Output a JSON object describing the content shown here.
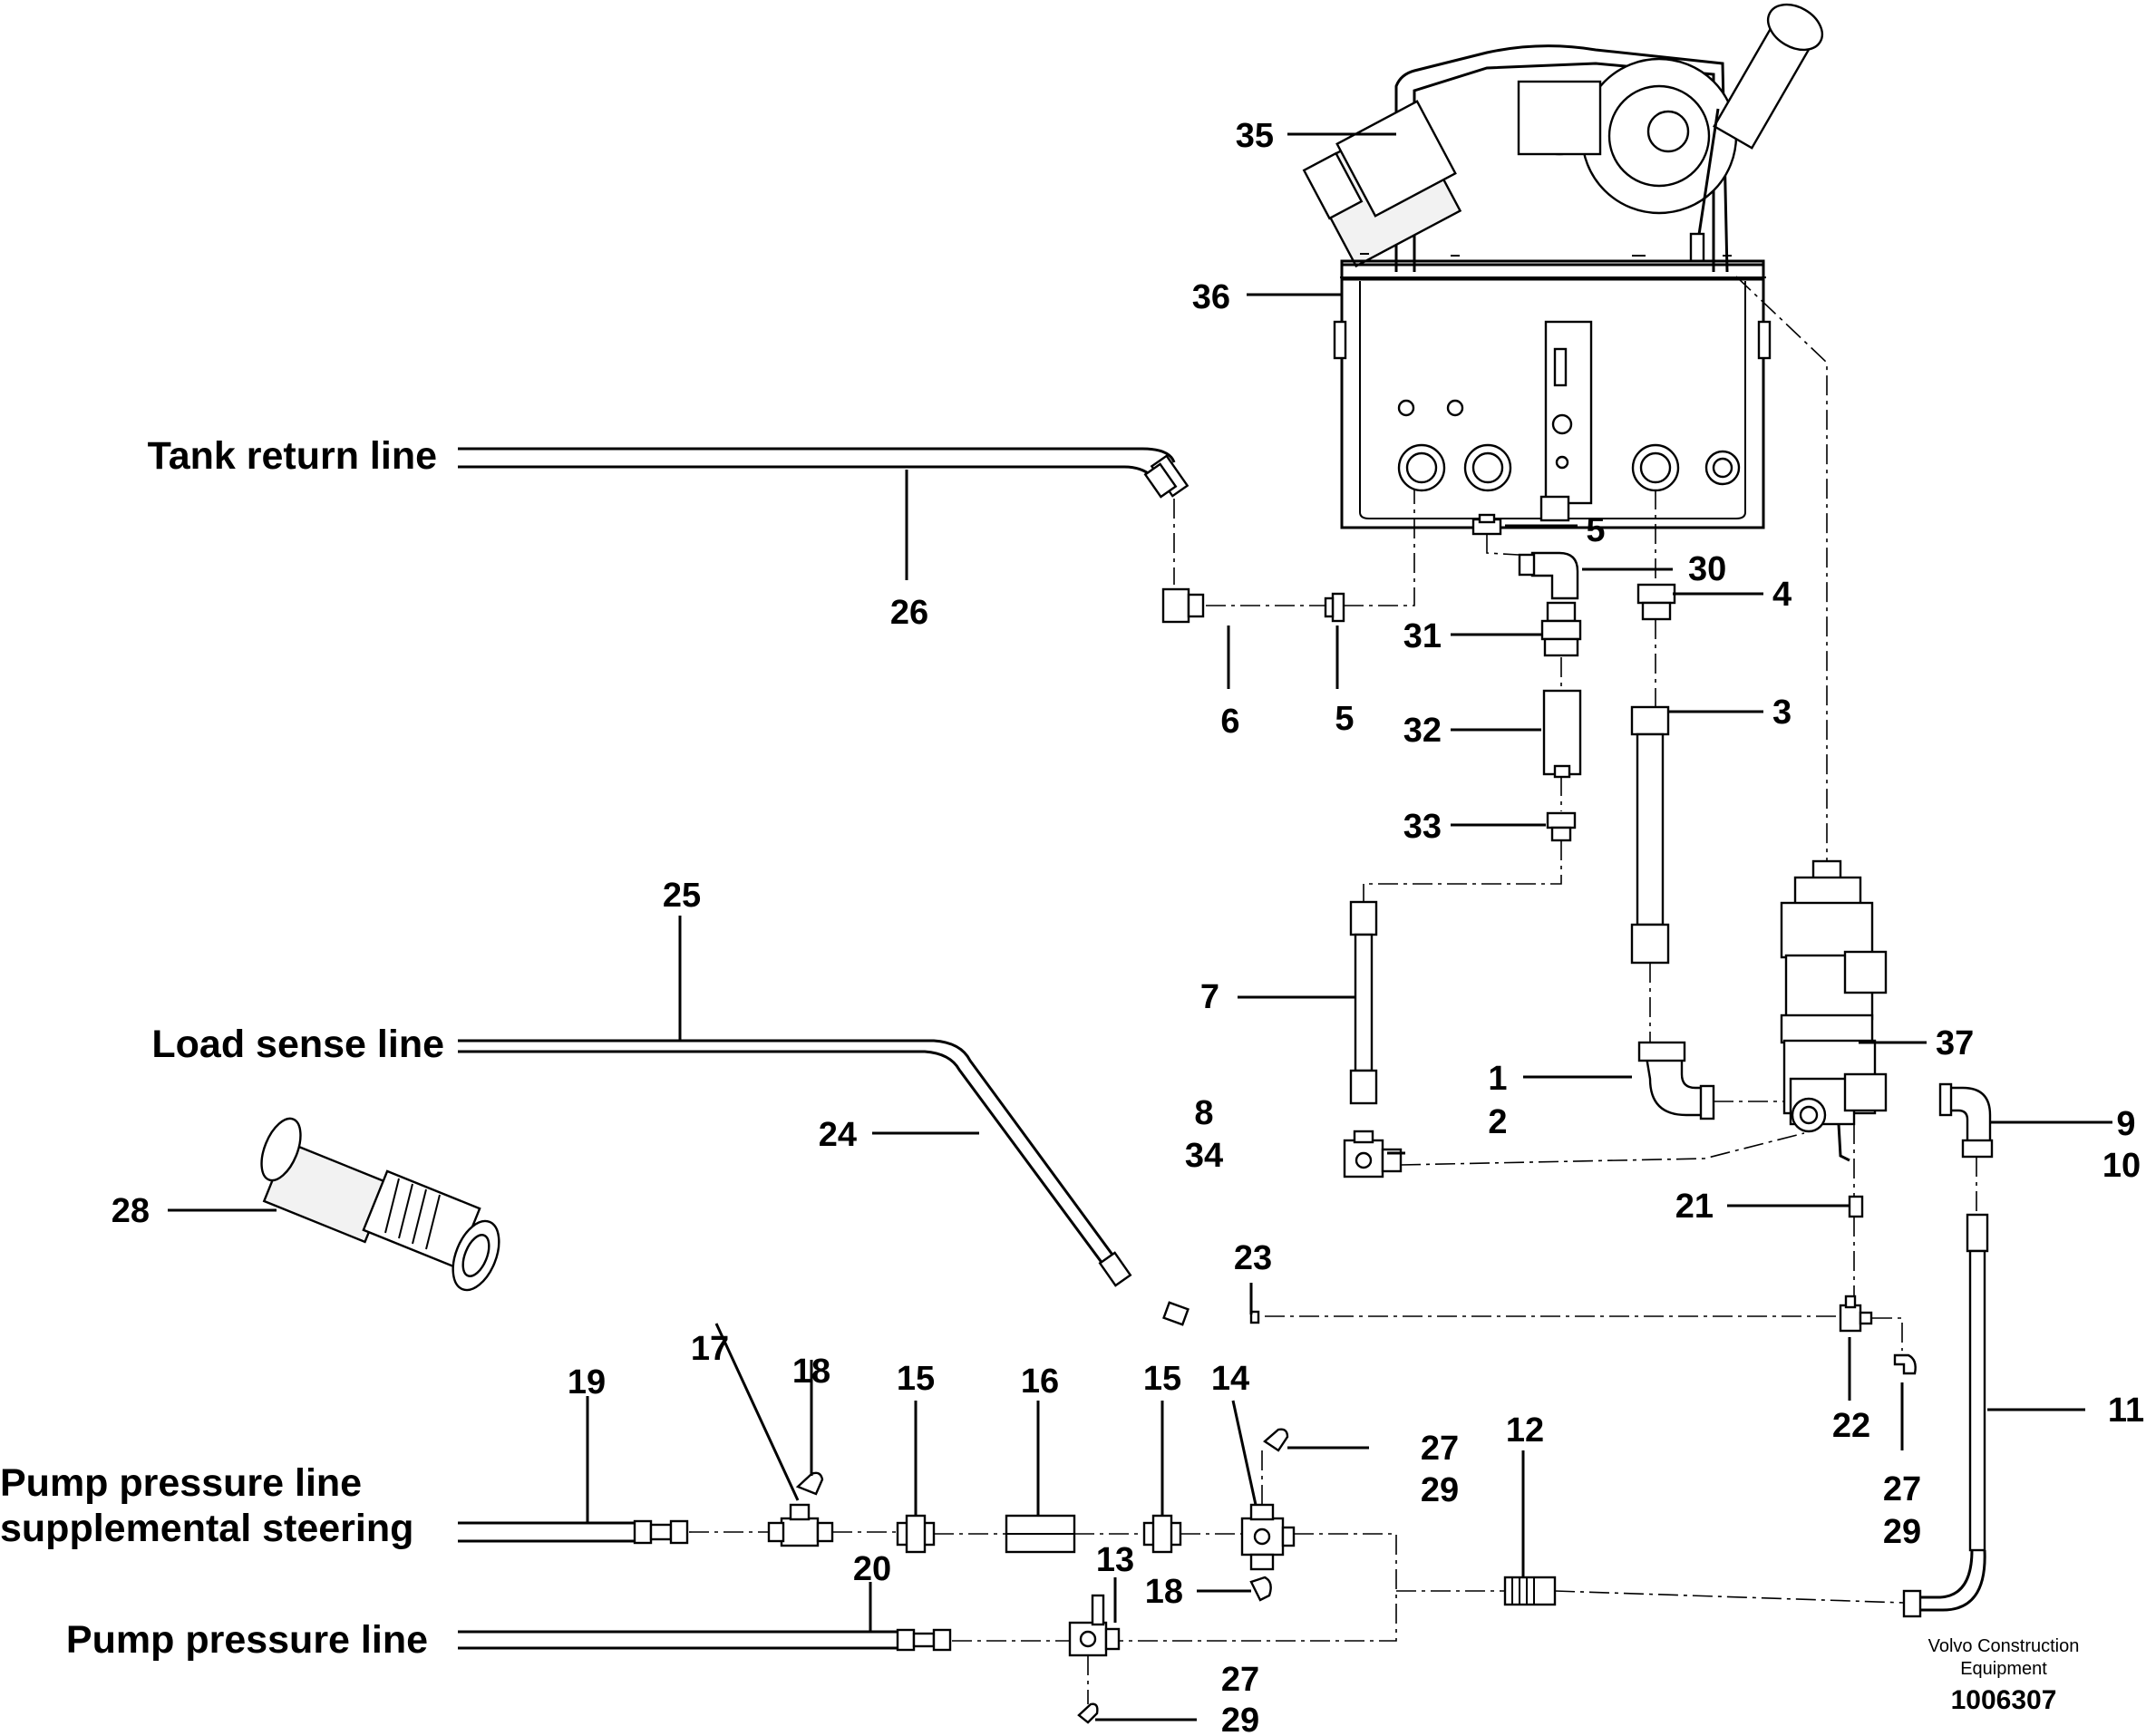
{
  "line_labels": {
    "tank_return": "Tank return line",
    "load_sense": "Load sense line",
    "pump_pressure_supplemental_1": "Pump pressure line",
    "pump_pressure_supplemental_2": "supplemental steering",
    "pump_pressure": "Pump pressure line"
  },
  "callouts": {
    "c35": "35",
    "c36": "36",
    "c26": "26",
    "c6": "6",
    "c5a": "5",
    "c5b": "5",
    "c30": "30",
    "c4": "4",
    "c31": "31",
    "c32": "32",
    "c3": "3",
    "c33": "33",
    "c25": "25",
    "c7": "7",
    "c37": "37",
    "c1": "1",
    "c2": "2",
    "c8": "8",
    "c34": "34",
    "c9": "9",
    "c10": "10",
    "c24": "24",
    "c21": "21",
    "c28": "28",
    "c23": "23",
    "c22": "22",
    "c17": "17",
    "c18a": "18",
    "c15a": "15",
    "c16": "16",
    "c15b": "15",
    "c14": "14",
    "c27a": "27",
    "c29a": "29",
    "c12": "12",
    "c11": "11",
    "c19": "19",
    "c27b": "27",
    "c29b": "29",
    "c20": "20",
    "c13": "13",
    "c18b": "18",
    "c27c": "27",
    "c29c": "29"
  },
  "credit": {
    "company_line1": "Volvo Construction",
    "company_line2": "Equipment",
    "drawing_number": "1006307"
  }
}
